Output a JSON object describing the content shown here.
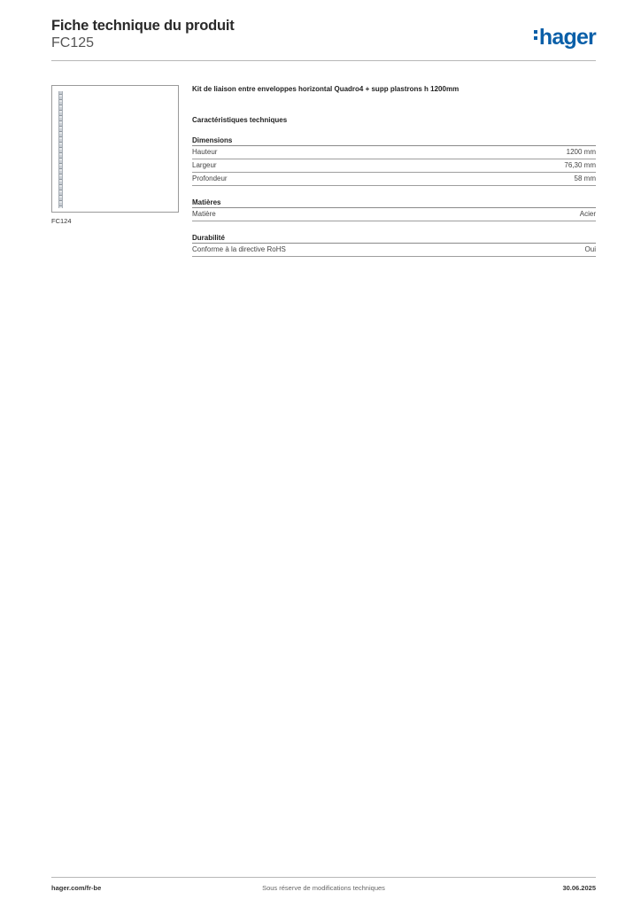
{
  "header": {
    "title": "Fiche technique du produit",
    "product_code": "FC125",
    "logo_text": "hager",
    "logo_color": "#0a5fa8"
  },
  "product": {
    "image_caption": "FC124",
    "description": "Kit de liaison entre enveloppes horizontal Quadro4 + supp plastrons h 1200mm"
  },
  "specs": {
    "section_title": "Caractéristiques techniques",
    "groups": [
      {
        "title": "Dimensions",
        "rows": [
          {
            "label": "Hauteur",
            "value": "1200 mm"
          },
          {
            "label": "Largeur",
            "value": "76,30 mm"
          },
          {
            "label": "Profondeur",
            "value": "58 mm"
          }
        ]
      },
      {
        "title": "Matières",
        "rows": [
          {
            "label": "Matière",
            "value": "Acier"
          }
        ]
      },
      {
        "title": "Durabilité",
        "rows": [
          {
            "label": "Conforme à la directive RoHS",
            "value": "Oui"
          }
        ]
      }
    ]
  },
  "footer": {
    "website": "hager.com/fr-be",
    "disclaimer": "Sous réserve de modifications techniques",
    "date": "30.06.2025"
  }
}
